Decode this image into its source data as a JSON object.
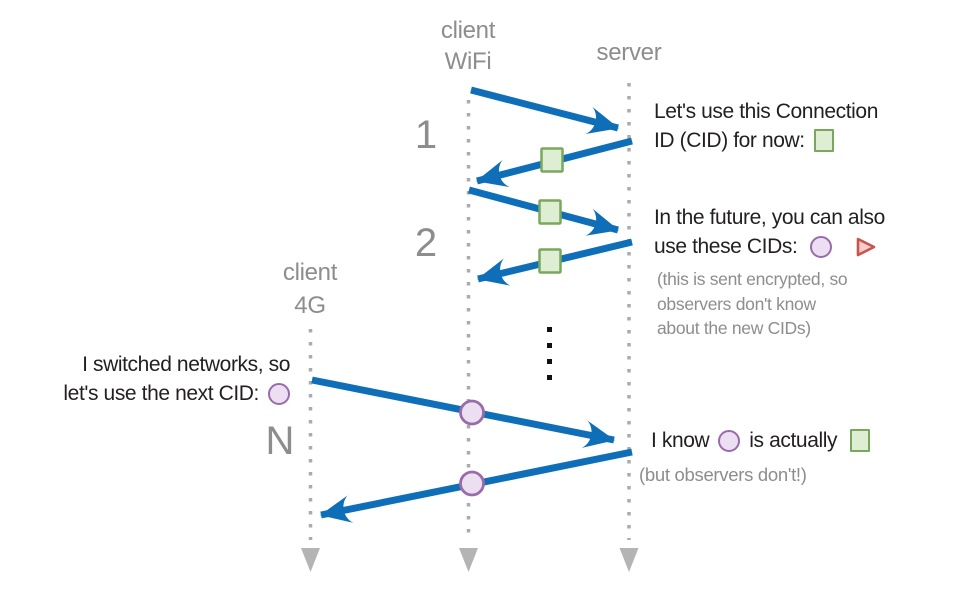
{
  "diagram": {
    "lifelines": {
      "wifi": {
        "line1": "client",
        "line2": "WiFi"
      },
      "server": {
        "label": "server"
      },
      "fourg": {
        "line1": "client",
        "line2": "4G"
      }
    },
    "steps": {
      "one": "1",
      "two": "2",
      "n": "N"
    },
    "annotations": {
      "msg1": {
        "line1": "Let's use this Connection",
        "line2": "ID (CID) for now:"
      },
      "msg2": {
        "line1": "In the future, you can also",
        "line2": "use these CIDs:"
      },
      "note2": {
        "line1": "(this is sent encrypted, so",
        "line2": "observers don't know",
        "line3": "about the new CIDs)"
      },
      "msg3": {
        "line1": "I switched networks, so",
        "line2": "let's use the next CID:"
      },
      "msg4": {
        "pre": "I know",
        "mid": "is actually"
      },
      "note4": "(but observers don't!)"
    },
    "icons": {
      "green_square": "cid-green-square",
      "purple_circle": "cid-purple-circle",
      "red_triangle": "cid-red-triangle"
    },
    "colors": {
      "arrow_blue": "#0e6fb8",
      "green_fill": "#ddeed3",
      "green_border": "#79a75c",
      "purple_fill": "#ecdff2",
      "purple_border": "#9a6bab",
      "red_fill": "#f6cdc9",
      "red_border": "#c9534f",
      "text_black": "#231f20",
      "text_gray": "#8d8d8d",
      "lifeline_gray": "#ababab"
    }
  }
}
